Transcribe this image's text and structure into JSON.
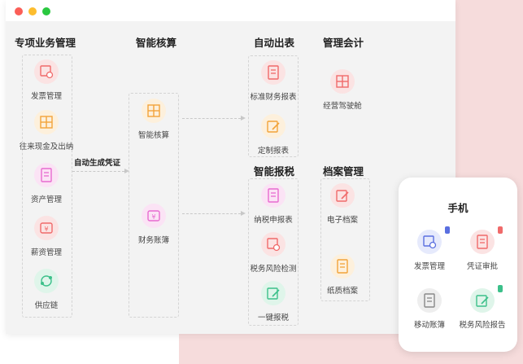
{
  "sections": {
    "special": {
      "title": "专项业务管理",
      "items": [
        "发票管理",
        "往来现金及出纳",
        "资产管理",
        "薪资管理",
        "供应链"
      ]
    },
    "accounting": {
      "title": "智能核算",
      "items": [
        "智能核算",
        "财务账簿"
      ]
    },
    "auto_reports": {
      "title": "自动出表",
      "items": [
        "标准财务报表",
        "定制报表"
      ]
    },
    "mgmt": {
      "title": "管理会计",
      "items": [
        "经营驾驶舱"
      ]
    },
    "tax": {
      "title": "智能报税",
      "items": [
        "纳税申报表",
        "税务风险检测",
        "一键报税"
      ]
    },
    "archive": {
      "title": "档案管理",
      "items": [
        "电子档案",
        "纸质档案"
      ]
    }
  },
  "arrow_label": "自动生成凭证",
  "phone": {
    "title": "手机",
    "items": [
      "发票管理",
      "凭证审批",
      "移动账簿",
      "税务风险报告"
    ]
  },
  "colors": {
    "red": "#f06a6a",
    "orange": "#f2a33a",
    "pink": "#e86bd0",
    "green": "#3cc08a",
    "blue": "#5a6fe0"
  }
}
